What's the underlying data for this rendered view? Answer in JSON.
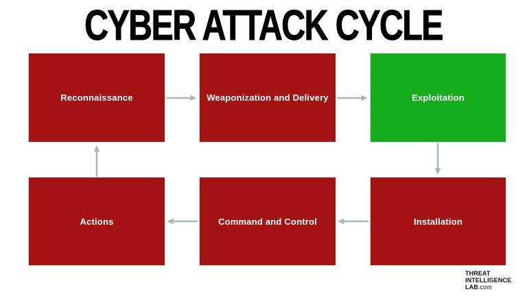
{
  "title": "CYBER ATTACK CYCLE",
  "colors": {
    "box_red": "#A31313",
    "box_green": "#15AD1E",
    "arrow": "#A9B4BD",
    "background": "#FFFFFF",
    "title_text": "#000000",
    "box_label_text": "#FFFFFF"
  },
  "nodes": {
    "reconnaissance": {
      "label": "Reconnaissance",
      "color": "#A31313"
    },
    "weaponization_and_delivery": {
      "label": "Weaponization and Delivery",
      "color": "#A31313"
    },
    "exploitation": {
      "label": "Exploitation",
      "color": "#15AD1E"
    },
    "actions": {
      "label": "Actions",
      "color": "#A31313"
    },
    "command_and_control": {
      "label": "Command and Control",
      "color": "#A31313"
    },
    "installation": {
      "label": "Installation",
      "color": "#A31313"
    }
  },
  "flow": [
    {
      "from": "Reconnaissance",
      "to": "Weaponization and Delivery",
      "direction": "right"
    },
    {
      "from": "Weaponization and Delivery",
      "to": "Exploitation",
      "direction": "right"
    },
    {
      "from": "Exploitation",
      "to": "Installation",
      "direction": "down"
    },
    {
      "from": "Installation",
      "to": "Command and Control",
      "direction": "left"
    },
    {
      "from": "Command and Control",
      "to": "Actions",
      "direction": "left"
    },
    {
      "from": "Actions",
      "to": "Reconnaissance",
      "direction": "up"
    }
  ],
  "logo": {
    "line1": "THREAT",
    "line2": "INTELLIGENCE",
    "line3_bold": "LAB",
    "line3_suffix": ".com"
  }
}
